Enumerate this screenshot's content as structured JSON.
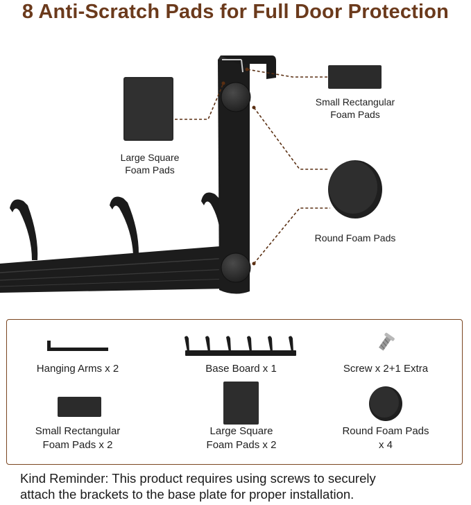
{
  "title": "8 Anti-Scratch Pads for Full Door Protection",
  "callouts": {
    "large_square": [
      "Large Square",
      "Foam Pads"
    ],
    "small_rect": [
      "Small Rectangular",
      "Foam Pads"
    ],
    "round": "Round Foam Pads"
  },
  "contents": {
    "hanging_arms": "Hanging Arms x 2",
    "base_board": "Base Board x 1",
    "screw": "Screw x 2+1 Extra",
    "small_rect_pads": [
      "Small Rectangular",
      "Foam Pads x 2"
    ],
    "large_square_pads": [
      "Large Square",
      "Foam Pads x 2"
    ],
    "round_pads": [
      "Round Foam Pads",
      "x 4"
    ]
  },
  "reminder": [
    "Kind Reminder: This product requires using screws to securely",
    "attach the brackets to the base plate for proper installation."
  ],
  "colors": {
    "title_brown": "#6b3a1c",
    "leader_line": "#5a2f12",
    "box_border": "#7a4520",
    "product_black": "#1b1b1b",
    "pad_gray": "#2c2c2c"
  }
}
